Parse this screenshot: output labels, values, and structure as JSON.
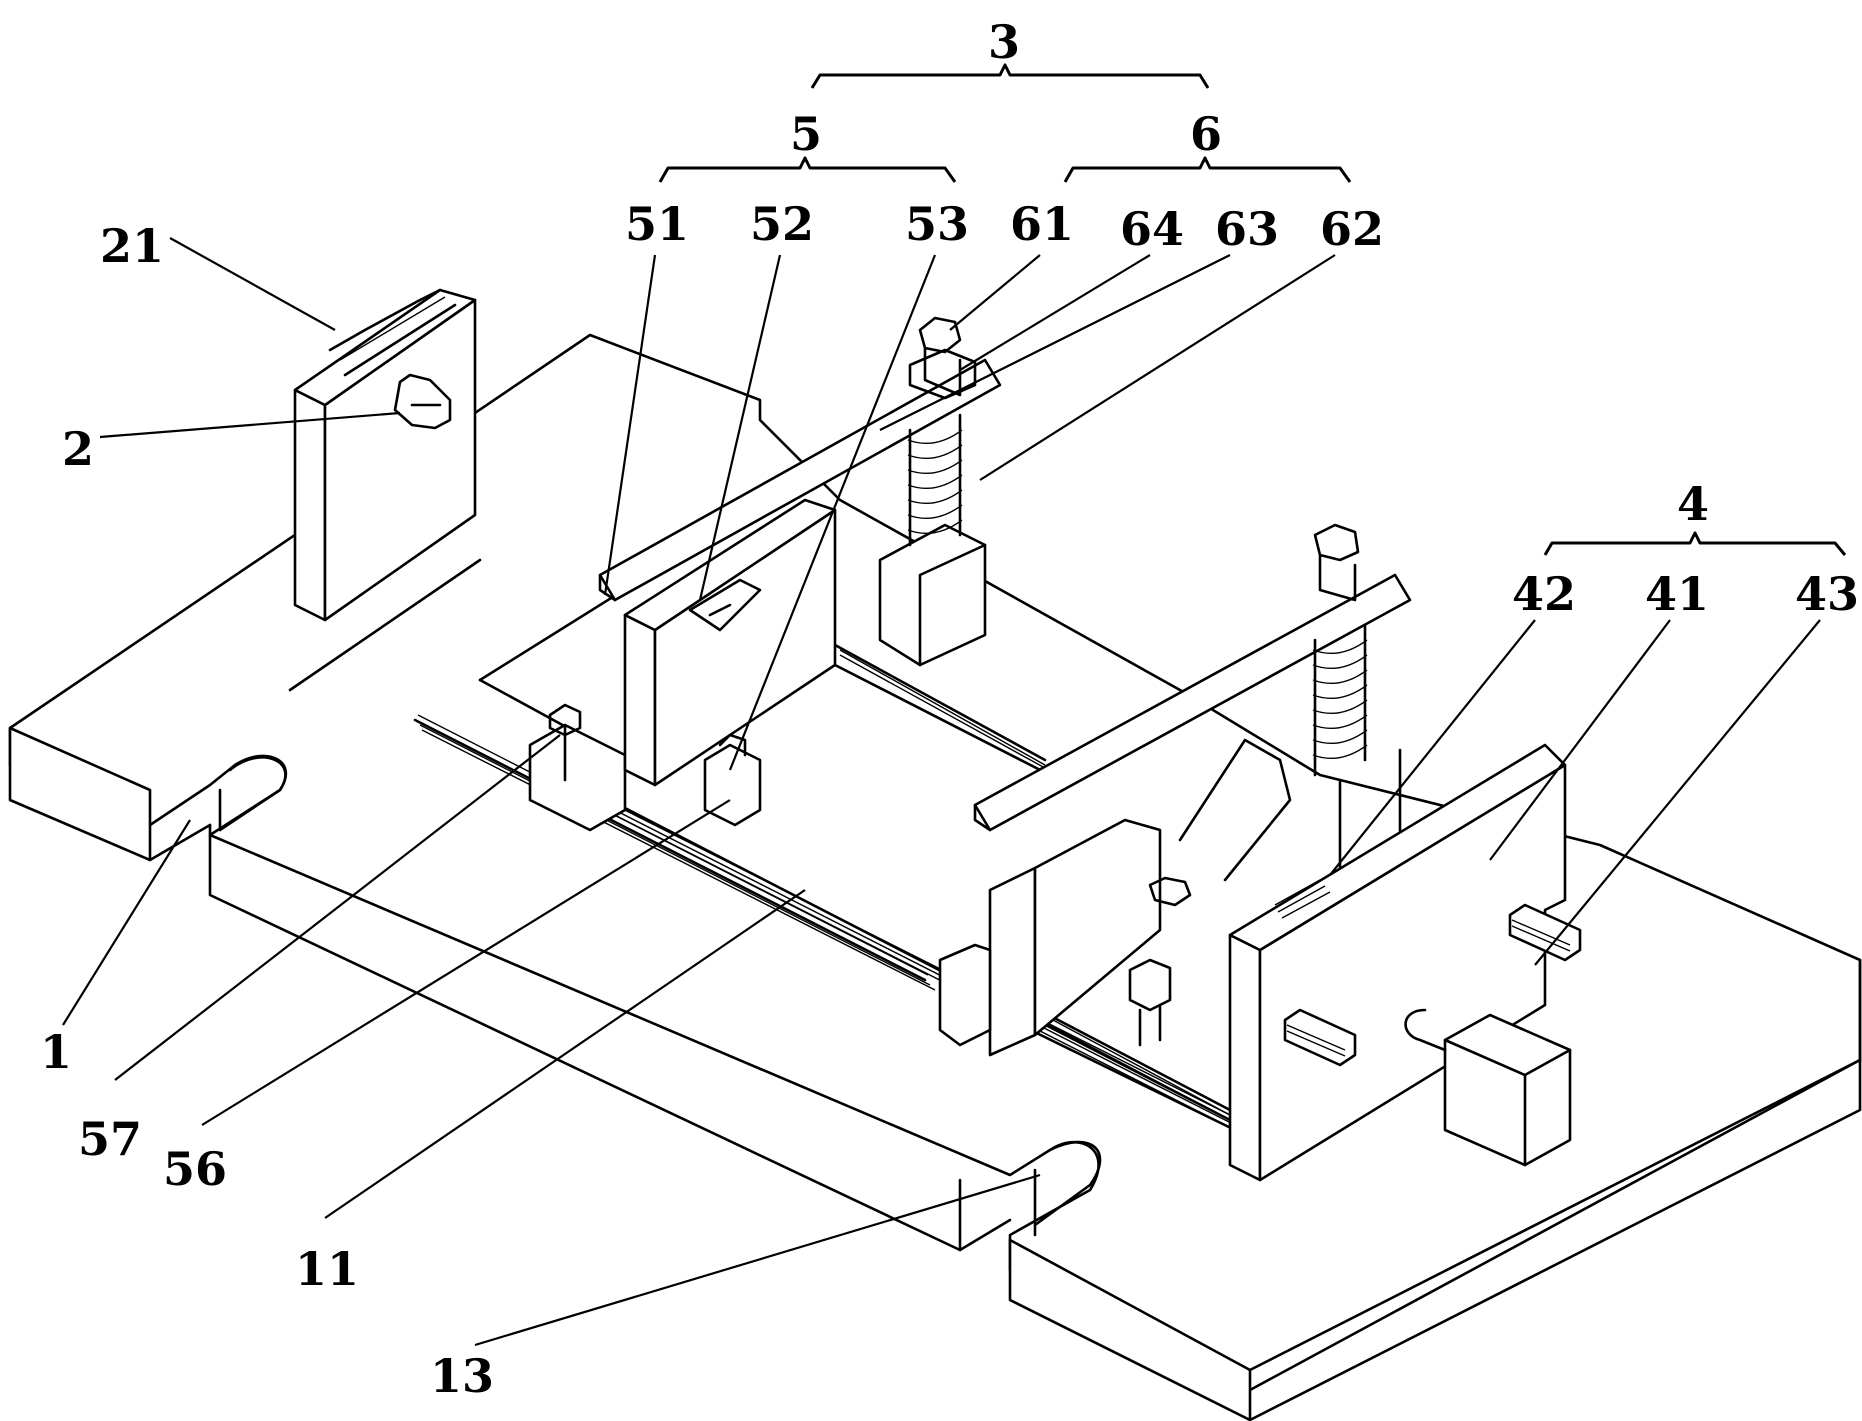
{
  "figure": {
    "type": "patent-drawing",
    "description": "Isometric view of fixture/clamping device with reference numerals",
    "line_color": "#000000",
    "background": "#ffffff"
  },
  "labels": {
    "l1": "1",
    "l2": "2",
    "l3": "3",
    "l4": "4",
    "l5": "5",
    "l6": "6",
    "l11": "11",
    "l13": "13",
    "l21": "21",
    "l41": "41",
    "l42": "42",
    "l43": "43",
    "l51": "51",
    "l52": "52",
    "l53": "53",
    "l56": "56",
    "l57": "57",
    "l61": "61",
    "l62": "62",
    "l63": "63",
    "l64": "64"
  },
  "groups": [
    {
      "parent": "3",
      "children": [
        "5",
        "6"
      ]
    },
    {
      "parent": "5",
      "children": [
        "51",
        "52",
        "53"
      ]
    },
    {
      "parent": "6",
      "children": [
        "61",
        "64",
        "63",
        "62"
      ]
    },
    {
      "parent": "4",
      "children": [
        "42",
        "41",
        "43"
      ]
    }
  ]
}
